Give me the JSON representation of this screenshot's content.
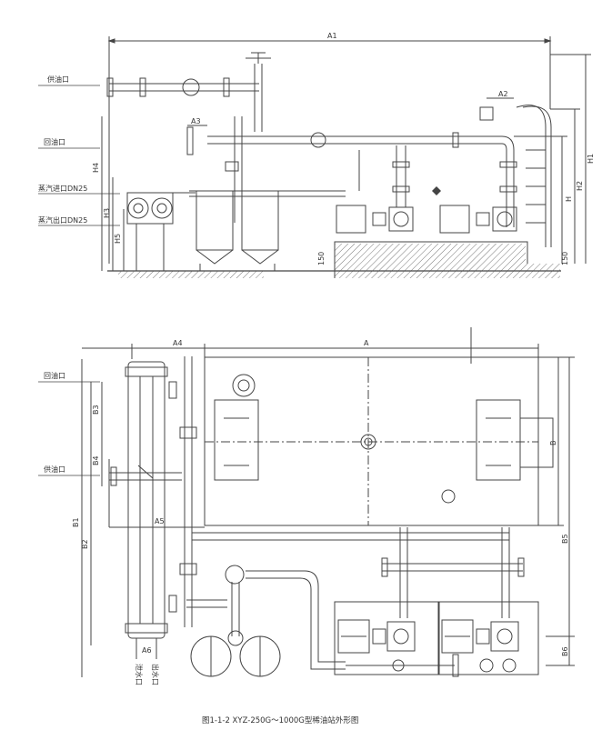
{
  "elevation_view": {
    "port_labels": {
      "supply_oil": "供油口",
      "return_oil": "回油口",
      "steam_in": "蒸汽进口DN25",
      "steam_out": "蒸汽出口DN25"
    },
    "dimensions": {
      "A1": "A1",
      "A2": "A2",
      "A3": "A3",
      "H": "H",
      "H1": "H1",
      "H2": "H2",
      "H3": "H3",
      "H4": "H4",
      "H5": "H5",
      "d150_left": "150",
      "d150_right": "150"
    }
  },
  "plan_view": {
    "port_labels": {
      "return_oil": "回油口",
      "supply_oil": "供油口",
      "drain": "泄水口",
      "water_out": "出水口"
    },
    "dimensions": {
      "A": "A",
      "A4": "A4",
      "A5": "A5",
      "A6": "A6",
      "B": "B",
      "B1": "B1",
      "B2": "B2",
      "B3": "B3",
      "B4": "B4",
      "B5": "B5",
      "B6": "B6"
    }
  },
  "caption": "图1-1-2  XYZ-250G～1000G型稀油站外形图"
}
